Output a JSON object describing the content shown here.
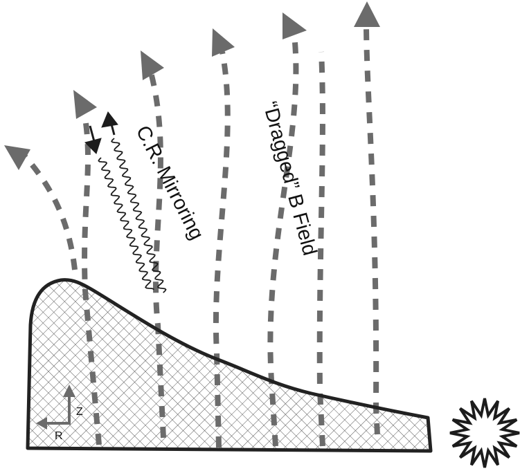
{
  "labels": {
    "mirroring": "C.R. Mirroring",
    "field": "“Dragged” B Field",
    "axis_z": "Z",
    "axis_r": "R"
  },
  "colors": {
    "field_line": "#6b6b6b",
    "outline": "#222222",
    "hatch": "#555555",
    "arrow_dark": "#1c1c1c"
  },
  "icons": {
    "star": "starburst-icon",
    "axes": "axes-icon"
  }
}
